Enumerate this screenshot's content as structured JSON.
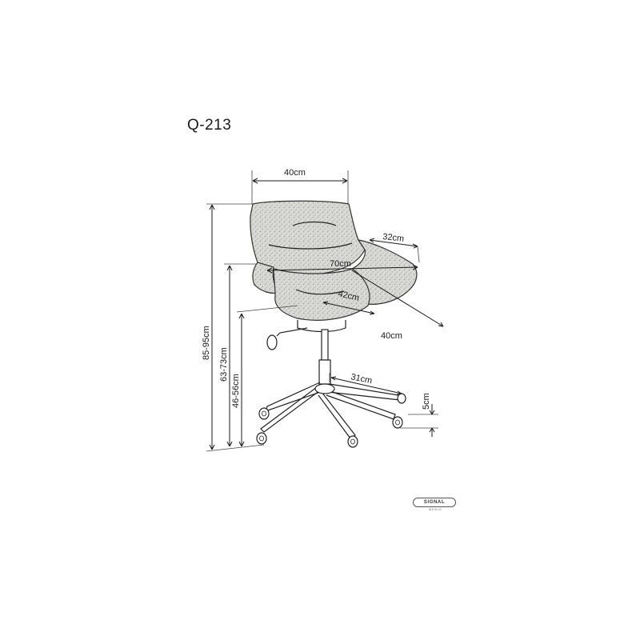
{
  "diagram": {
    "model": "Q-213",
    "colors": {
      "ink": "#1a1a1a",
      "fabric_fill": "#d9d9d5",
      "fabric_texture": "#a8a8a2",
      "background": "#ffffff"
    },
    "dimensions": {
      "backrest_width": "40cm",
      "armrest_height": "32cm",
      "overall_width": "70cm",
      "seat_depth": "42cm",
      "seat_width": "40cm",
      "base_radius": "31cm",
      "caster_height": "5cm",
      "total_height": "85-95cm",
      "armrest_floor_height": "63-73cm",
      "seat_height": "46-56cm"
    },
    "brand": {
      "logo": "SIGNAL",
      "sub": "MEBLE"
    }
  }
}
